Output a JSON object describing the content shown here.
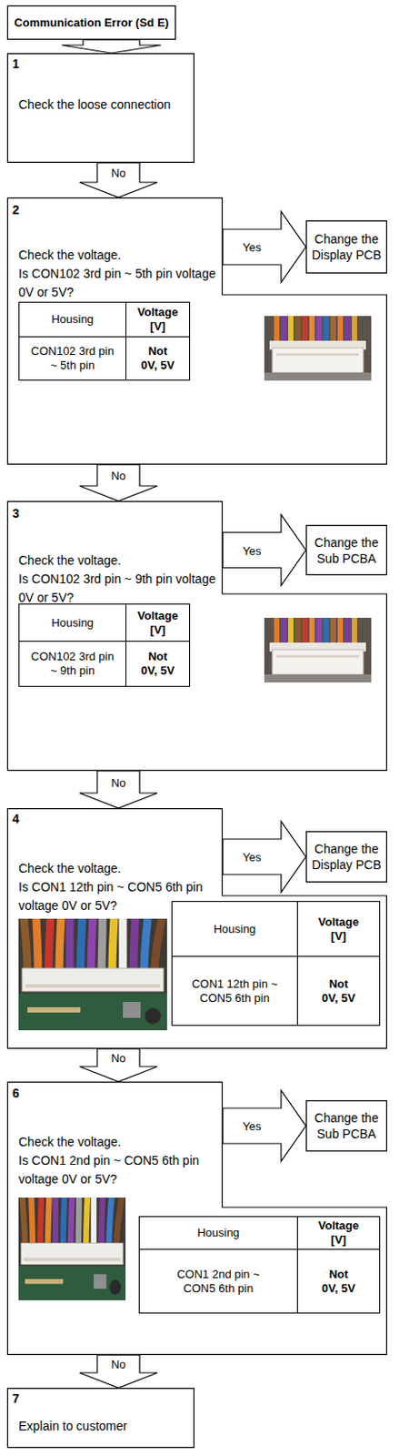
{
  "diagram": {
    "nodes": [
      {
        "text": [
          "Communication Error (Sd E)"
        ]
      },
      {
        "text": [
          "1",
          "Check the loose connection"
        ]
      },
      {
        "text": [
          "2",
          "Check the voltage.",
          "Is CON102 3rd pin ~ 5th pin voltage 0V or 5V?"
        ]
      },
      {
        "text": [
          "Change the Display PCB"
        ]
      },
      {
        "text": [
          "3",
          "Check the voltage.",
          "Is CON102 3rd pin ~ 9th pin voltage 0V or 5V?"
        ]
      },
      {
        "text": [
          "Change the Sub PCBA"
        ]
      },
      {
        "text": [
          "4",
          "Check the voltage.",
          "Is CON1 12th pin ~ CON5 6th pin voltage 0V or 5V?"
        ]
      },
      {
        "text": [
          "Change the Display PCB"
        ]
      },
      {
        "text": [
          "6",
          "Check the voltage.",
          "Is CON1 2nd pin ~ CON5 6th pin voltage 0V or 5V?"
        ]
      },
      {
        "text": [
          "Change the Sub PCBA"
        ]
      },
      {
        "text": [
          "7",
          "Explain to customer"
        ]
      }
    ],
    "edges": [
      {
        "from": 0,
        "to": 1,
        "arrow": "to"
      },
      {
        "from": 1,
        "to": 2,
        "label": "No",
        "arrow": "to"
      },
      {
        "from": 2,
        "to": 3,
        "label": "Yes",
        "arrow": "to"
      },
      {
        "from": 2,
        "to": 4,
        "label": "No",
        "arrow": "to"
      },
      {
        "from": 4,
        "to": 5,
        "label": "Yes",
        "arrow": "to"
      },
      {
        "from": 4,
        "to": 6,
        "label": "No",
        "arrow": "to"
      },
      {
        "from": 6,
        "to": 7,
        "label": "Yes",
        "arrow": "to"
      },
      {
        "from": 6,
        "to": 8,
        "label": "No",
        "arrow": "to"
      },
      {
        "from": 8,
        "to": 9,
        "label": "Yes",
        "arrow": "to"
      },
      {
        "from": 8,
        "to": 10,
        "label": "No",
        "arrow": "to"
      }
    ],
    "labels": [
      "Housing",
      "Voltage [V]",
      "CON102 3rd pin ~ 5th pin",
      "Not 0V, 5V",
      "Housing",
      "Voltage [V]",
      "CON102 3rd pin ~ 9th pin",
      "Not 0V, 5V",
      "Housing",
      "Voltage [V]",
      "CON1 12th pin ~ CON5 6th pin",
      "Not 0V, 5V",
      "Housing",
      "Voltage [V]",
      "CON1 2nd pin ~ CON5 6th pin",
      "Not 0V, 5V"
    ]
  }
}
